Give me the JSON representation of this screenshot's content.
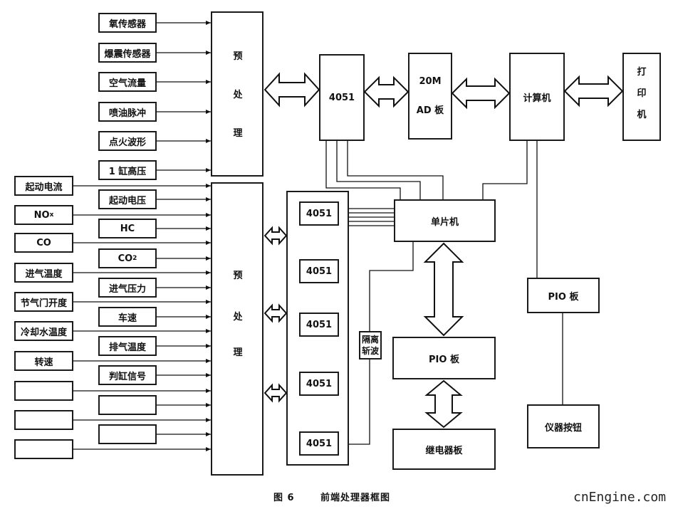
{
  "figure": {
    "caption_label": "图  6",
    "caption_title": "前端处理器框图",
    "watermark": "cnEngine.com"
  },
  "column1_sensors": [
    "氧传感器",
    "爆震传感器",
    "空气流量",
    "喷油脉冲",
    "点火波形",
    "1 缸高压",
    "起动电压",
    "HC",
    "CO2",
    "进气压力",
    "车速",
    "排气温度",
    "判缸信号",
    "",
    ""
  ],
  "column0_sensors": [
    "起动电流",
    "NOx",
    "CO",
    "进气温度",
    "节气门开度",
    "冷却水温度",
    "转速",
    "",
    "",
    ""
  ],
  "preprocess_top": [
    "预",
    "处",
    "理"
  ],
  "preprocess_bottom": [
    "预",
    "处",
    "理"
  ],
  "top_chain": {
    "mux": "4051",
    "adc_line1": "20M",
    "adc_line2": "AD 板",
    "computer": "计算机",
    "printer": [
      "打",
      "印",
      "机"
    ]
  },
  "mux_stack": [
    "4051",
    "4051",
    "4051",
    "4051",
    "4051"
  ],
  "mcu": "单片机",
  "isolation": [
    "隔离",
    "斩波"
  ],
  "pio_center": "PIO 板",
  "relay_board": "继电器板",
  "pio_right": "PIO 板",
  "instrument_buttons": "仪器按钮"
}
